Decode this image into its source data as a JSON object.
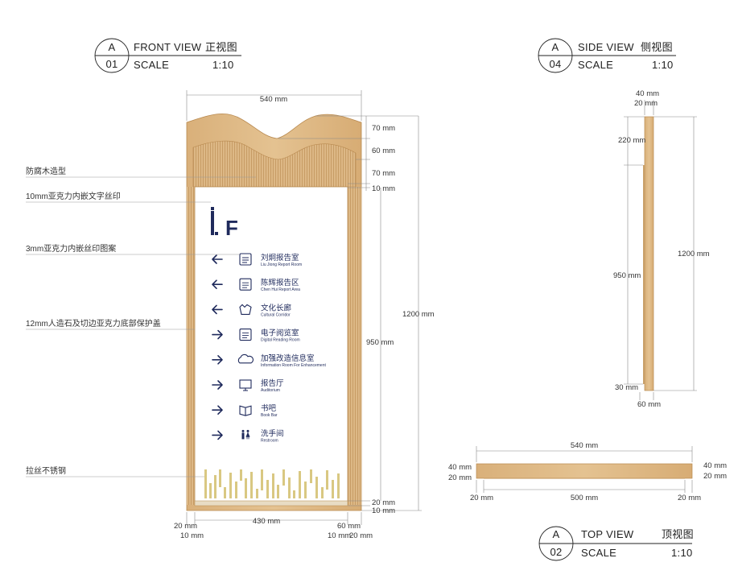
{
  "title_blocks": {
    "front": {
      "letter": "A",
      "number": "01",
      "title": "FRONT VIEW",
      "title_cn": "正视图",
      "scale_label": "SCALE",
      "scale_value": "1:10"
    },
    "side": {
      "letter": "A",
      "number": "04",
      "title": "SIDE VIEW",
      "title_cn": "侧视图",
      "scale_label": "SCALE",
      "scale_value": "1:10"
    },
    "top": {
      "letter": "A",
      "number": "02",
      "title": "TOP VIEW",
      "title_cn": "顶视图",
      "scale_label": "SCALE",
      "scale_value": "1:10"
    }
  },
  "annotations": [
    "防腐木造型",
    "10mm亚克力内嵌文字丝印",
    "3mm亚克力内嵌丝印图案",
    "12mm人造石及切边亚克力底部保护盖",
    "拉丝不锈钢"
  ],
  "floor_label": "1.F",
  "floor_mark_letter": "F",
  "directory": [
    {
      "arrow": "left",
      "icon": "report-icon",
      "cn": "刘炯报告室",
      "en": "Liu Jiong Report Room"
    },
    {
      "arrow": "left",
      "icon": "area-icon",
      "cn": "陈辉报告区",
      "en": "Chen Hui Report Area"
    },
    {
      "arrow": "left",
      "icon": "culture-icon",
      "cn": "文化长廊",
      "en": "Cultural Corridor"
    },
    {
      "arrow": "right",
      "icon": "reading-icon",
      "cn": "电子阅览室",
      "en": "Digital Reading Room"
    },
    {
      "arrow": "right",
      "icon": "cloud-icon",
      "cn": "加强改造信息室",
      "en": "Information Room For Enhancement"
    },
    {
      "arrow": "right",
      "icon": "screen-icon",
      "cn": "报告厅",
      "en": "Auditorium"
    },
    {
      "arrow": "right",
      "icon": "book-icon",
      "cn": "书吧",
      "en": "Book Bar"
    },
    {
      "arrow": "right",
      "icon": "restroom-icon",
      "cn": "洗手间",
      "en": "Restroom"
    }
  ],
  "front_dims": {
    "width_top": "540 mm",
    "right_70a": "70 mm",
    "right_60": "60 mm",
    "right_70b": "70 mm",
    "right_10a": "10 mm",
    "right_20": "20 mm",
    "right_10b": "10 mm",
    "height_total": "1200 mm",
    "height_panel": "950 mm",
    "bottom_20": "20 mm",
    "bottom_10": "10 mm",
    "bottom_430": "430 mm",
    "bottom_60": "60 mm",
    "bottom_10r": "10 mm",
    "bottom_20r": "20 mm"
  },
  "side_dims": {
    "top_40": "40 mm",
    "top_20": "20 mm",
    "d220": "220 mm",
    "d950": "950 mm",
    "d1200": "1200 mm",
    "d30": "30 mm",
    "d60": "60 mm"
  },
  "top_dims": {
    "width": "540 mm",
    "left_40": "40 mm",
    "left_20": "20 mm",
    "right_40": "40 mm",
    "right_20": "20 mm",
    "bottom_20l": "20 mm",
    "bottom_500": "500 mm",
    "bottom_20r": "20 mm"
  },
  "colors": {
    "wood": "#ddb886",
    "wood_dark": "#c9a06a",
    "navy": "#1f2a5c",
    "gold": "#d9c882"
  }
}
